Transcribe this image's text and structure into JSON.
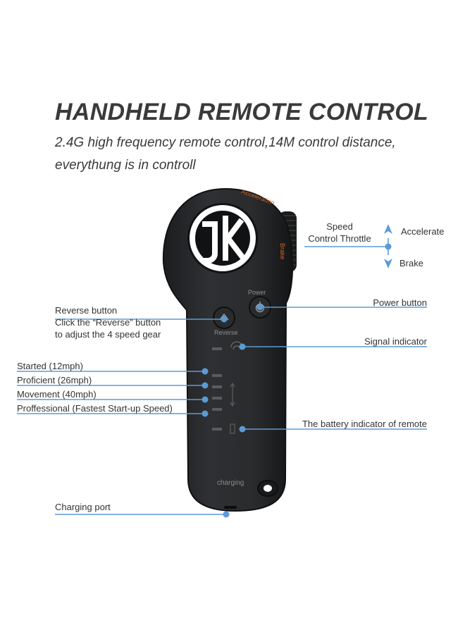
{
  "header": {
    "title": "HANDHELD REMOTE CONTROL",
    "subtitle_line1": "2.4G high frequency remote control,14M control distance,",
    "subtitle_line2": "everythung is in controll"
  },
  "device": {
    "label_acceleration": "Acceleration",
    "label_brake": "Brake",
    "label_power": "Power",
    "label_reverse": "Reverse",
    "label_charging": "charging"
  },
  "callouts": {
    "speed_throttle_line1": "Speed",
    "speed_throttle_line2": "Control Throttle",
    "accelerate": "Accelerate",
    "brake": "Brake",
    "power_button": "Power button",
    "reverse_title": "Reverse button",
    "reverse_desc1": "Click the “Reverse” button",
    "reverse_desc2": "to adjust the 4 speed gear",
    "signal_indicator": "Signal indicator",
    "started": "Started (12mph)",
    "proficient": "Proficient (26mph)",
    "movement": "Movement (40mph)",
    "proffessional": "Proffessional (Fastest Start-up Speed)",
    "battery_indicator": "The battery indicator of remote",
    "charging_port": "Charging port"
  },
  "colors": {
    "accent": "#5b9bd5",
    "device_body": "#2b2c2e",
    "device_edge": "#161718",
    "logo_white": "#ffffff",
    "label_orange": "#c8652a"
  }
}
